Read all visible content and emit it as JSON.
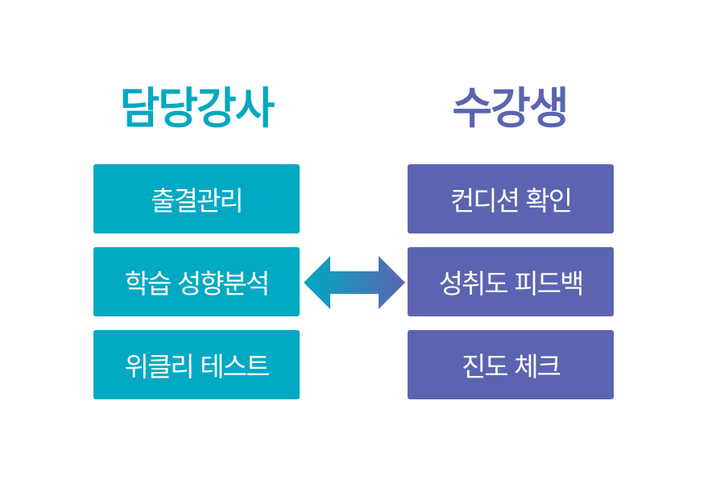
{
  "left": {
    "title": "담당강사",
    "items": [
      "출결관리",
      "학습 성향분석",
      "위클리 테스트"
    ]
  },
  "right": {
    "title": "수강생",
    "items": [
      "컨디션 확인",
      "성취도 피드백",
      "진도 체크"
    ]
  },
  "colors": {
    "left_accent": "#00a9c2",
    "right_accent": "#5c64b1"
  },
  "connector": {
    "icon": "double-headed-arrow-icon"
  }
}
